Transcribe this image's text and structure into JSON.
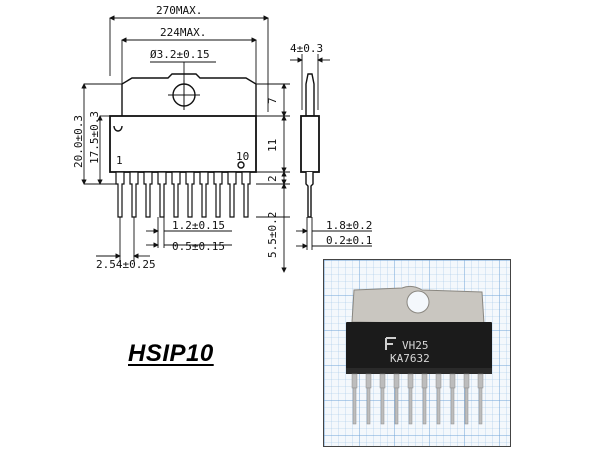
{
  "drawing": {
    "dim_width_total": "270MAX.",
    "dim_width_body": "224MAX.",
    "dim_hole": "Ø3.2±0.15",
    "dim_thickness": "4±0.3",
    "dim_height_total": "20.0±0.3",
    "dim_height_body": "17.5±0.3",
    "dim_tab": "7",
    "dim_body": "11",
    "dim_lead_shoulder": "2",
    "dim_lead_length": "5.5±0.2",
    "dim_lead_width": "1.2±0.15",
    "dim_lead_tip": "0.5±0.15",
    "dim_pitch": "2.54±0.25",
    "dim_side_lead": "1.8±0.2",
    "dim_side_tip": "0.2±0.1",
    "pin_first": "1",
    "pin_last": "10"
  },
  "package_name": "HSIP10",
  "photo": {
    "marking_line1": "VH25",
    "marking_line2": "KA7632"
  }
}
